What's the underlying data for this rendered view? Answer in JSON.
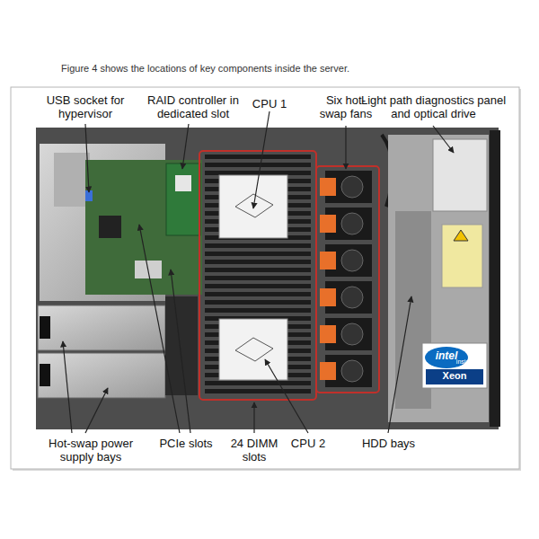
{
  "diagram": {
    "caption": "Figure 4 shows the locations of key components inside the server.",
    "labels": [
      "USB socket for hypervisor",
      "RAID controller in dedicated slot",
      "CPU 1",
      "Six hot-swap fans",
      "Light path diagnostics panel and optical drive",
      "Hot-swap power supply bays",
      "PCIe slots",
      "24 DIMM slots",
      "CPU 2",
      "HDD bays",
      "intel",
      "inside",
      "Xeon"
    ]
  }
}
